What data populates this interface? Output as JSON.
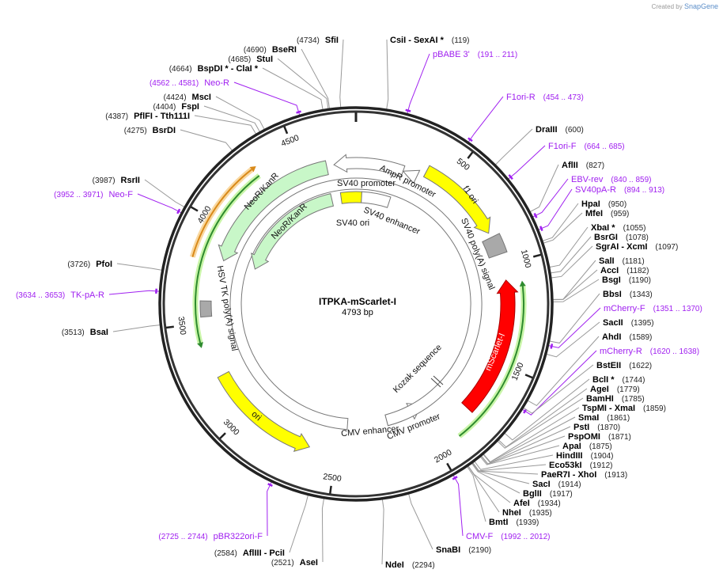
{
  "credit": {
    "prefix": "Created by",
    "brand": "SnapGene"
  },
  "plasmid": {
    "name": "ITPKA-mScarlet-I",
    "length_label": "4793 bp",
    "length": 4793
  },
  "ticks": [
    "500",
    "1000",
    "1500",
    "2000",
    "2500",
    "3000",
    "3500",
    "4000",
    "4500"
  ],
  "colors": {
    "primer": "#a020f0",
    "ring": "#222222",
    "yellow": "#ffff00",
    "red": "#ff0000",
    "gray": "#a9a9a9",
    "neo": "#c8f7c8"
  },
  "labels": [
    {
      "name": "SfiI",
      "pos": "(4734)",
      "kind": "enzyme"
    },
    {
      "name": "BseRI",
      "pos": "(4690)",
      "kind": "enzyme"
    },
    {
      "name": "StuI",
      "pos": "(4685)",
      "kind": "enzyme"
    },
    {
      "name": "BspDI *  - ClaI *",
      "pos": "(4664)",
      "kind": "enzyme"
    },
    {
      "name": "Neo-R",
      "pos": "(4562 .. 4581)",
      "kind": "primer"
    },
    {
      "name": "MscI",
      "pos": "(4424)",
      "kind": "enzyme"
    },
    {
      "name": "FspI",
      "pos": "(4404)",
      "kind": "enzyme"
    },
    {
      "name": "PflFI  - Tth111I",
      "pos": "(4387)",
      "kind": "enzyme"
    },
    {
      "name": "BsrDI",
      "pos": "(4275)",
      "kind": "enzyme"
    },
    {
      "name": "RsrII",
      "pos": "(3987)",
      "kind": "enzyme"
    },
    {
      "name": "Neo-F",
      "pos": "(3952 .. 3971)",
      "kind": "primer"
    },
    {
      "name": "PfoI",
      "pos": "(3726)",
      "kind": "enzyme"
    },
    {
      "name": "TK-pA-R",
      "pos": "(3634 .. 3653)",
      "kind": "primer"
    },
    {
      "name": "BsaI",
      "pos": "(3513)",
      "kind": "enzyme"
    },
    {
      "name": "pBR322ori-F",
      "pos": "(2725 .. 2744)",
      "kind": "primer"
    },
    {
      "name": "AflIII  - PciI",
      "pos": "(2584)",
      "kind": "enzyme"
    },
    {
      "name": "AseI",
      "pos": "(2521)",
      "kind": "enzyme"
    },
    {
      "name": "NdeI",
      "pos": "(2294)",
      "kind": "enzyme"
    },
    {
      "name": "SnaBI",
      "pos": "(2190)",
      "kind": "enzyme"
    },
    {
      "name": "CMV-F",
      "pos": "(1992 .. 2012)",
      "kind": "primer"
    },
    {
      "name": "CsiI  - SexAI *",
      "pos": "(119)",
      "kind": "enzyme"
    },
    {
      "name": "pBABE 3'",
      "pos": "(191 .. 211)",
      "kind": "primer"
    },
    {
      "name": "F1ori-R",
      "pos": "(454 .. 473)",
      "kind": "primer"
    },
    {
      "name": "DraIII",
      "pos": "(600)",
      "kind": "enzyme"
    },
    {
      "name": "F1ori-F",
      "pos": "(664 .. 685)",
      "kind": "primer"
    },
    {
      "name": "AflII",
      "pos": "(827)",
      "kind": "enzyme"
    },
    {
      "name": "EBV-rev",
      "pos": "(840 .. 859)",
      "kind": "primer"
    },
    {
      "name": "SV40pA-R",
      "pos": "(894 .. 913)",
      "kind": "primer"
    },
    {
      "name": "HpaI",
      "pos": "(950)",
      "kind": "enzyme"
    },
    {
      "name": "MfeI",
      "pos": "(959)",
      "kind": "enzyme"
    },
    {
      "name": "XbaI *",
      "pos": "(1055)",
      "kind": "enzyme"
    },
    {
      "name": "BsrGI",
      "pos": "(1078)",
      "kind": "enzyme"
    },
    {
      "name": "SgrAI  - XcmI",
      "pos": "(1097)",
      "kind": "enzyme"
    },
    {
      "name": "SalI",
      "pos": "(1181)",
      "kind": "enzyme"
    },
    {
      "name": "AccI",
      "pos": "(1182)",
      "kind": "enzyme"
    },
    {
      "name": "BsgI",
      "pos": "(1190)",
      "kind": "enzyme"
    },
    {
      "name": "BbsI",
      "pos": "(1343)",
      "kind": "enzyme"
    },
    {
      "name": "mCherry-F",
      "pos": "(1351 .. 1370)",
      "kind": "primer"
    },
    {
      "name": "SacII",
      "pos": "(1395)",
      "kind": "enzyme"
    },
    {
      "name": "AhdI",
      "pos": "(1589)",
      "kind": "enzyme"
    },
    {
      "name": "mCherry-R",
      "pos": "(1620 .. 1638)",
      "kind": "primer"
    },
    {
      "name": "BstEII",
      "pos": "(1622)",
      "kind": "enzyme"
    },
    {
      "name": "BclI *",
      "pos": "(1744)",
      "kind": "enzyme"
    },
    {
      "name": "AgeI",
      "pos": "(1779)",
      "kind": "enzyme"
    },
    {
      "name": "BamHI",
      "pos": "(1785)",
      "kind": "enzyme"
    },
    {
      "name": "TspMI  - XmaI",
      "pos": "(1859)",
      "kind": "enzyme"
    },
    {
      "name": "SmaI",
      "pos": "(1861)",
      "kind": "enzyme"
    },
    {
      "name": "PstI",
      "pos": "(1870)",
      "kind": "enzyme"
    },
    {
      "name": "PspOMI",
      "pos": "(1871)",
      "kind": "enzyme"
    },
    {
      "name": "ApaI",
      "pos": "(1875)",
      "kind": "enzyme"
    },
    {
      "name": "HindIII",
      "pos": "(1904)",
      "kind": "enzyme"
    },
    {
      "name": "Eco53kI",
      "pos": "(1912)",
      "kind": "enzyme"
    },
    {
      "name": "PaeR7I  - XhoI",
      "pos": "(1913)",
      "kind": "enzyme"
    },
    {
      "name": "SacI",
      "pos": "(1914)",
      "kind": "enzyme"
    },
    {
      "name": "BglII",
      "pos": "(1917)",
      "kind": "enzyme"
    },
    {
      "name": "AfeI",
      "pos": "(1934)",
      "kind": "enzyme"
    },
    {
      "name": "NheI",
      "pos": "(1935)",
      "kind": "enzyme"
    },
    {
      "name": "BmtI",
      "pos": "(1939)",
      "kind": "enzyme"
    }
  ],
  "features": [
    {
      "name": "f1 ori",
      "from": 373,
      "to": 825,
      "strand": "forward",
      "shape": "arrow",
      "color": "#ffff00"
    },
    {
      "name": "SV40 poly(A) signal",
      "from": 850,
      "to": 945,
      "strand": "none",
      "shape": "box",
      "color": "#a9a9a9"
    },
    {
      "name": "mScarlet-I",
      "from": 1771,
      "to": 1078,
      "strand": "reverse",
      "shape": "arrow",
      "color": "#ff0000"
    },
    {
      "name": "CMV promoter",
      "from": 2200,
      "to": 1957,
      "strand": "reverse",
      "shape": "arrow",
      "color": "#ffffff"
    },
    {
      "name": "CMV enhancer",
      "from": 2450,
      "to": 2200,
      "strand": "none",
      "shape": "box",
      "color": "#ffffff"
    },
    {
      "name": "ori",
      "from": 3222,
      "to": 2636,
      "strand": "reverse",
      "shape": "arrow",
      "color": "#ffff00"
    },
    {
      "name": "HSV TK poly(A) signal",
      "from": 3530,
      "to": 3610,
      "strand": "none",
      "shape": "box",
      "color": "#a9a9a9"
    },
    {
      "name": "NeoR/KanR",
      "from": 4633,
      "to": 3835,
      "strand": "reverse",
      "shape": "arrow",
      "color": "#c8f7c8"
    },
    {
      "name": "AmpR promoter",
      "from": 260,
      "to": 4673,
      "strand": "reverse",
      "shape": "arrow",
      "color": "#ffffff"
    },
    {
      "name": "NeoR/KanR",
      "from": 4620,
      "to": 3848,
      "strand": "reverse",
      "shape": "arrow",
      "color": "#c8f7c8"
    },
    {
      "name": "SV40 ori",
      "from": 4687,
      "to": 40,
      "strand": "none",
      "shape": "box",
      "color": "#ffff00"
    },
    {
      "name": "SV40 enhancer",
      "from": 40,
      "to": 240,
      "strand": "none",
      "shape": "box",
      "color": "#ffffff"
    },
    {
      "name": "SV40 promoter",
      "shape": "label"
    },
    {
      "name": "Kozak sequence",
      "shape": "label"
    }
  ],
  "orfs": [
    {
      "from": 1890,
      "to": 1092,
      "strand": "reverse",
      "color": "#2e8b2e",
      "halo": "#c9f5a8"
    },
    {
      "from": 4300,
      "to": 3382,
      "strand": "reverse",
      "color": "#2e8b2e",
      "halo": "#c9f5a8"
    },
    {
      "from": 3808,
      "to": 4314,
      "strand": "forward",
      "color": "#d98a1a",
      "halo": "#f9d8a0"
    }
  ]
}
